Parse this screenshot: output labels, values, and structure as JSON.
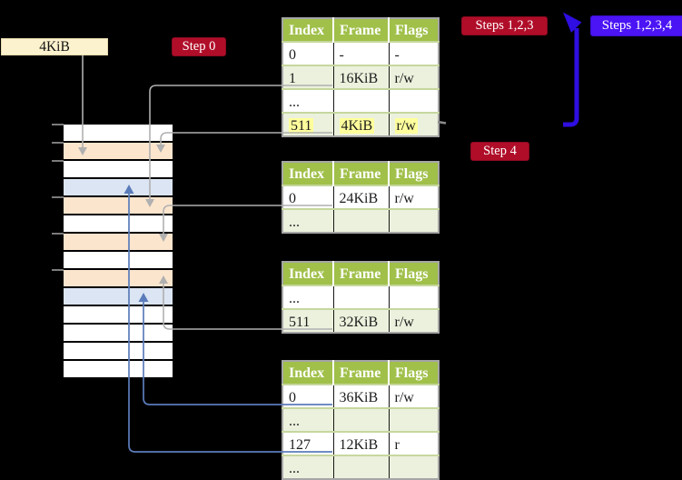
{
  "frame_size_label": "4KiB",
  "badges": {
    "step0": "Step 0",
    "steps123": "Steps 1,2,3",
    "steps1234": "Steps 1,2,3,4",
    "step4": "Step 4"
  },
  "tables": [
    {
      "headers": [
        "Index",
        "Frame",
        "Flags"
      ],
      "rows": [
        {
          "cells": [
            "0",
            "-",
            "-"
          ]
        },
        {
          "cells": [
            "1",
            "16KiB",
            "r/w"
          ]
        },
        {
          "cells": [
            "...",
            "",
            ""
          ]
        },
        {
          "cells": [
            "511",
            "4KiB",
            "r/w"
          ]
        }
      ]
    },
    {
      "headers": [
        "Index",
        "Frame",
        "Flags"
      ],
      "rows": [
        {
          "cells": [
            "0",
            "24KiB",
            "r/w"
          ]
        },
        {
          "cells": [
            "...",
            "",
            ""
          ]
        }
      ]
    },
    {
      "headers": [
        "Index",
        "Frame",
        "Flags"
      ],
      "rows": [
        {
          "cells": [
            "...",
            "",
            ""
          ]
        },
        {
          "cells": [
            "511",
            "32KiB",
            "r/w"
          ]
        }
      ]
    },
    {
      "headers": [
        "Index",
        "Frame",
        "Flags"
      ],
      "rows": [
        {
          "cells": [
            "0",
            "36KiB",
            "r/w"
          ]
        },
        {
          "cells": [
            "...",
            "",
            ""
          ]
        },
        {
          "cells": [
            "127",
            "12KiB",
            "r"
          ]
        },
        {
          "cells": [
            "...",
            "",
            ""
          ]
        }
      ]
    }
  ],
  "memory_column": {
    "row_colors": [
      "white",
      "orange",
      "white",
      "blue",
      "orange",
      "white",
      "orange",
      "white",
      "orange",
      "blue",
      "white",
      "white",
      "white",
      "white"
    ],
    "tick_row_indices": [
      0,
      1,
      2,
      4,
      6,
      8
    ]
  },
  "colors": {
    "background_black": "#000000",
    "header_green": "#a0c04a",
    "header_text": "#ffffff",
    "row_shade_green": "#ebf1dd",
    "highlight_yellow": "#ffff9c",
    "table_border_gray": "#a6a6a6",
    "row_separator_green": "#c6d79e",
    "column_separator_black": "#161616",
    "table_text": "#1c1c1c",
    "mem_orange": "#fce5cd",
    "mem_blue": "#dbe5f3",
    "mem_white": "#ffffff",
    "label_cream": "#fdf2ce",
    "badge_crimson": "#b00d29",
    "badge_blue_violet": "#4a14f4",
    "arrow_blue_violet": "#2e0ee0",
    "connector_gray": "#b0b0b0",
    "connector_steel_blue": "#5b7cba"
  }
}
